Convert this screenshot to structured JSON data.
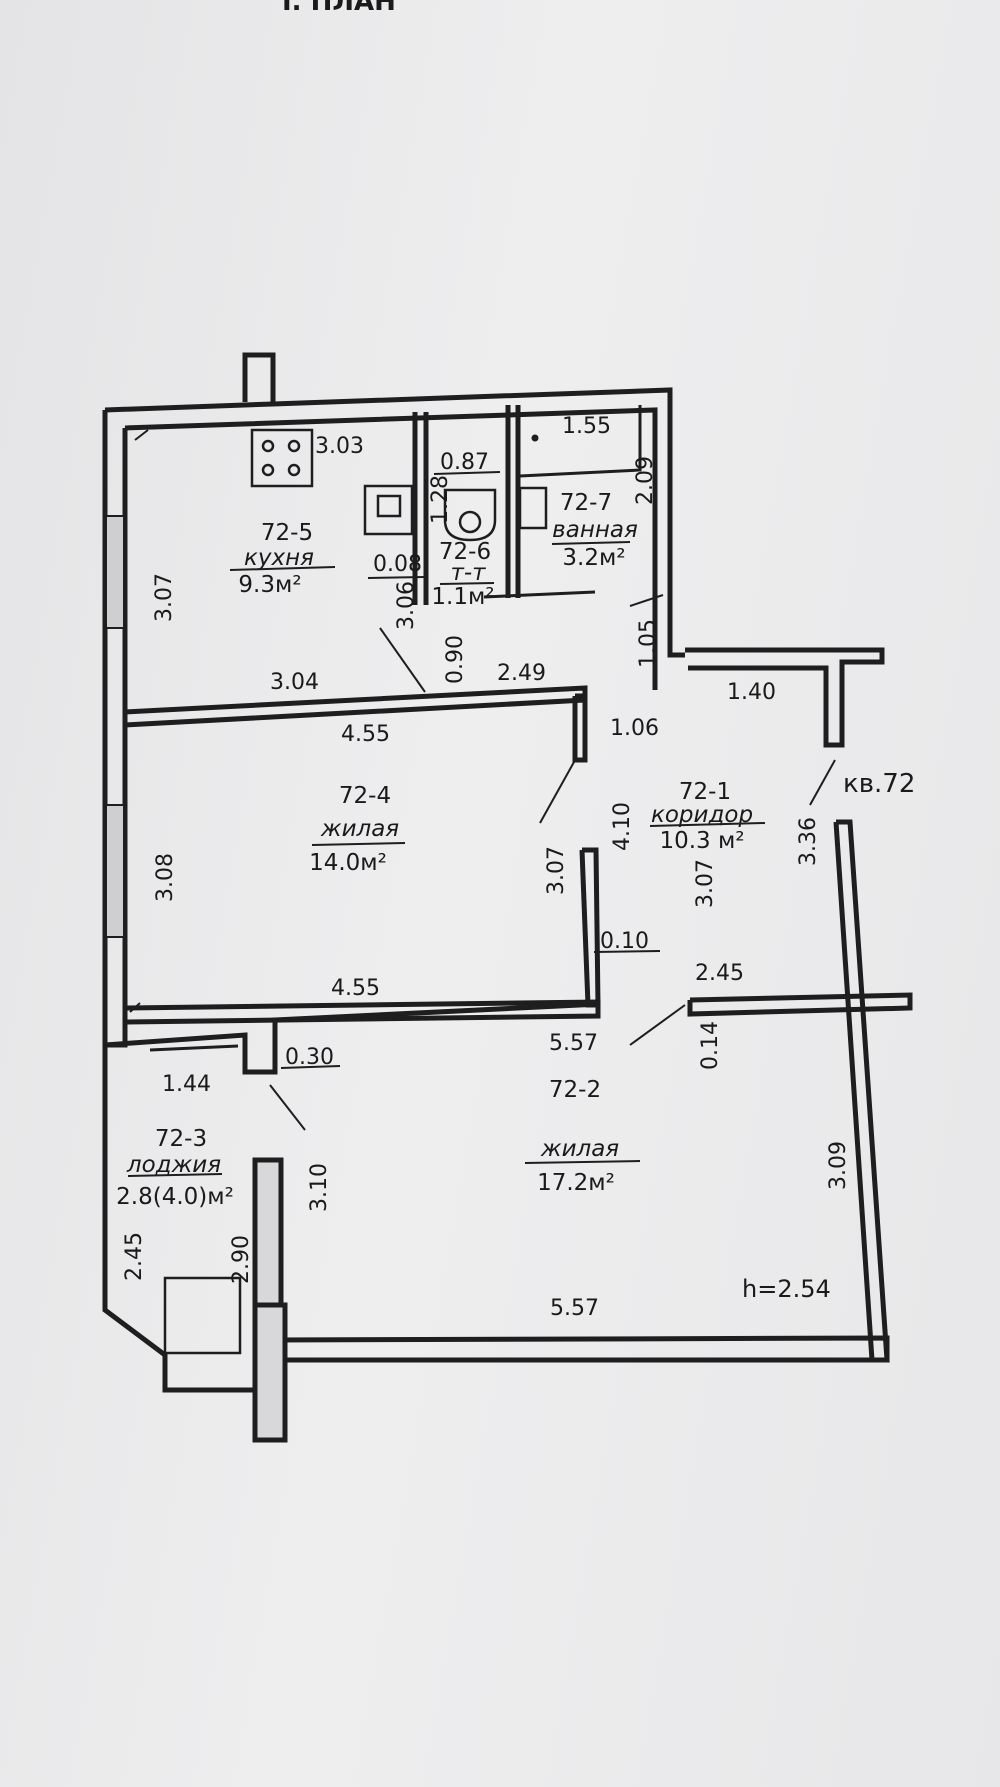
{
  "plan": {
    "apartment_label": "кв.72",
    "ceiling_height": "h=2.54",
    "header_fragment": "I. ПЛАН"
  },
  "rooms": {
    "kitchen": {
      "number": "72-5",
      "name": "кухня",
      "area": "9.3м²"
    },
    "toilet": {
      "number": "72-6",
      "name": "т-т",
      "area": "1.1м²"
    },
    "bath": {
      "number": "72-7",
      "name": "ванная",
      "area": "3.2м²"
    },
    "corridor": {
      "number": "72-1",
      "name": "коридор",
      "area": "10.3 м²"
    },
    "living_small": {
      "number": "72-4",
      "name": "жилая",
      "area": "14.0м²"
    },
    "living_large": {
      "number": "72-2",
      "name": "жилая",
      "area": "17.2м²"
    },
    "loggia": {
      "number": "72-3",
      "name": "лоджия",
      "area": "2.8(4.0)м²"
    }
  },
  "dims": {
    "d303": "3.03",
    "d087": "0.87",
    "d155": "1.55",
    "d209": "2.09",
    "d128": "1.28",
    "d008": "0.08",
    "d306": "3.06",
    "d090": "0.90",
    "d307_kitchen": "3.07",
    "d105": "1.05",
    "d304": "3.04",
    "d249": "2.49",
    "d140": "1.40",
    "d455_top": "4.55",
    "d106": "1.06",
    "d410": "4.10",
    "d336": "3.36",
    "d308": "3.08",
    "d307_room": "3.07",
    "d010": "0.10",
    "d307_corr": "3.07",
    "d455_bottom": "4.55",
    "d245_corr": "2.45",
    "d557_top": "5.57",
    "d014": "0.14",
    "d030": "0.30",
    "d144": "1.44",
    "d310": "3.10",
    "d309": "3.09",
    "d245_log": "2.45",
    "d290": "2.90",
    "d557_bottom": "5.57"
  }
}
